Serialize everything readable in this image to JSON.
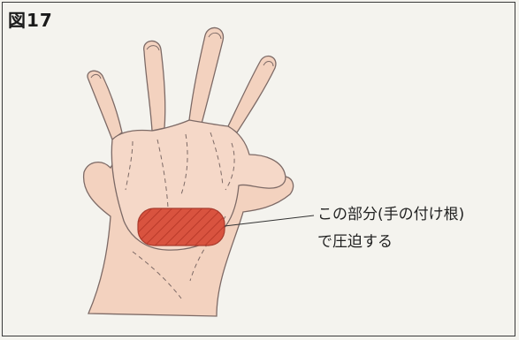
{
  "figure": {
    "label": "図17"
  },
  "callout": {
    "line1": "この部分(手の付け根)",
    "line2": "で圧迫する"
  },
  "colors": {
    "skin": "#f3d2bf",
    "outline": "#7d6a66",
    "pressure_area": "#d9533f",
    "frame": "#3a3a3a"
  }
}
